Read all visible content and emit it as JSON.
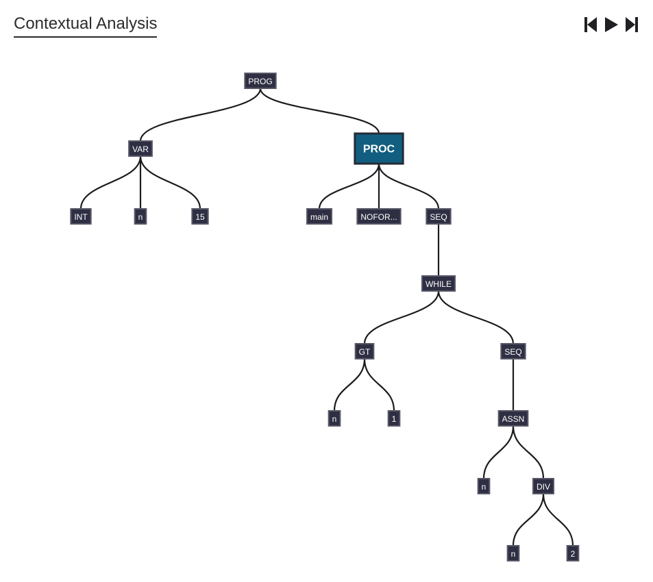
{
  "header": {
    "title": "Contextual Analysis",
    "controls": [
      {
        "name": "skip-to-start-button",
        "icon": "skip-start-icon"
      },
      {
        "name": "play-button",
        "icon": "play-icon"
      },
      {
        "name": "skip-to-end-button",
        "icon": "skip-end-icon"
      }
    ]
  },
  "tree": {
    "active_node": "proc",
    "nodes": [
      {
        "id": "prog",
        "label": "PROG",
        "parent": null
      },
      {
        "id": "var",
        "label": "VAR",
        "parent": "prog"
      },
      {
        "id": "proc",
        "label": "PROC",
        "parent": "prog"
      },
      {
        "id": "int",
        "label": "INT",
        "parent": "var"
      },
      {
        "id": "var_n",
        "label": "n",
        "parent": "var"
      },
      {
        "id": "var_15",
        "label": "15",
        "parent": "var"
      },
      {
        "id": "main",
        "label": "main",
        "parent": "proc"
      },
      {
        "id": "nofor",
        "label": "NOFOR...",
        "parent": "proc"
      },
      {
        "id": "seq1",
        "label": "SEQ",
        "parent": "proc"
      },
      {
        "id": "while",
        "label": "WHILE",
        "parent": "seq1"
      },
      {
        "id": "gt",
        "label": "GT",
        "parent": "while"
      },
      {
        "id": "seq2",
        "label": "SEQ",
        "parent": "while"
      },
      {
        "id": "gt_n",
        "label": "n",
        "parent": "gt"
      },
      {
        "id": "gt_1",
        "label": "1",
        "parent": "gt"
      },
      {
        "id": "assn",
        "label": "ASSN",
        "parent": "seq2"
      },
      {
        "id": "assn_n",
        "label": "n",
        "parent": "assn"
      },
      {
        "id": "div",
        "label": "DIV",
        "parent": "assn"
      },
      {
        "id": "div_n",
        "label": "n",
        "parent": "div"
      },
      {
        "id": "div_2",
        "label": "2",
        "parent": "div"
      }
    ]
  }
}
